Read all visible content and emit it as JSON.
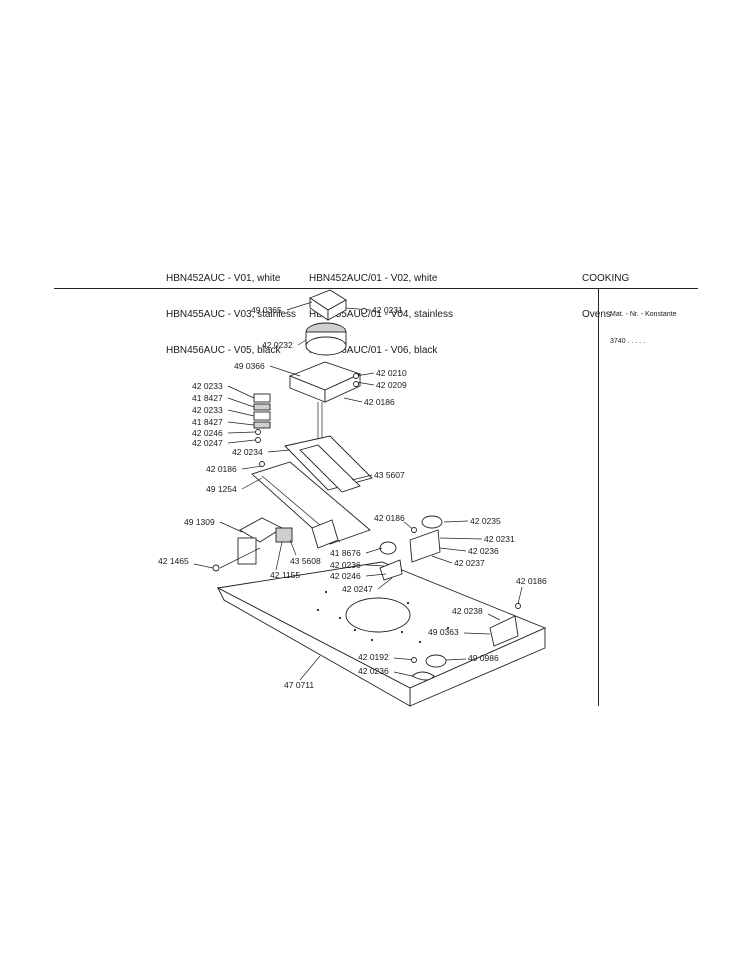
{
  "header": {
    "models_col1": [
      "HBN452AUC - V01, white",
      "HBN455AUC - V03, stainless",
      "HBN456AUC - V05, black"
    ],
    "models_col2": [
      "HBN452AUC/01 - V02, white",
      "HBN455AUC/01 - V04, stainless",
      "HBN456AUC/01 - V06, black"
    ],
    "category": [
      "COOKING",
      "Ovens"
    ],
    "mat_label": "Mat. - Nr. - Konstante",
    "mat_value": "3740 . . . . ."
  },
  "parts": [
    "49 0365",
    "42 0231",
    "42 0232",
    "49 0366",
    "42 0210",
    "42 0209",
    "42 0233",
    "41 8427",
    "42 0233",
    "41 8427",
    "42 0186",
    "42 0246",
    "42 0247",
    "42 0234",
    "42 0186",
    "43 5607",
    "49 1254",
    "49 1309",
    "42 0186",
    "42 0235",
    "42 0231",
    "42 0236",
    "41 8676",
    "42 0236",
    "42 0237",
    "42 0246",
    "42 0247",
    "43 5608",
    "42 1155",
    "42 1465",
    "42 0186",
    "42 0238",
    "49 0363",
    "42 0192",
    "49 0986",
    "42 0236",
    "47 0711"
  ],
  "colors": {
    "ink": "#1a1a1a",
    "paper": "#ffffff"
  }
}
